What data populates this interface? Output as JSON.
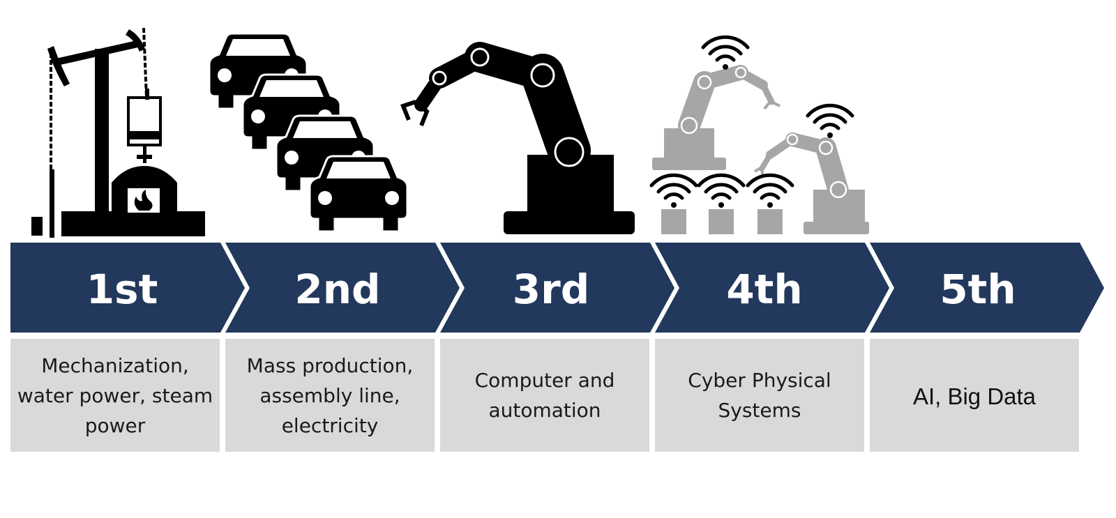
{
  "colors": {
    "chevron": "#22385c",
    "box": "#d9d9d9",
    "icon_black": "#000000",
    "icon_gray": "#a6a6a6"
  },
  "stages": [
    {
      "label": "1st",
      "description_lines": [
        "Mechanization,",
        "water power, steam",
        "power"
      ],
      "icon": "oil-pump-steam-engine-icon"
    },
    {
      "label": "2nd",
      "description_lines": [
        "Mass production,",
        "assembly line,",
        "electricity"
      ],
      "icon": "car-assembly-line-icon"
    },
    {
      "label": "3rd",
      "description_lines": [
        "Computer and",
        "automation"
      ],
      "icon": "robotic-arm-icon"
    },
    {
      "label": "4th",
      "description_lines": [
        "Cyber Physical",
        "Systems"
      ],
      "icon": "connected-robots-icon"
    },
    {
      "label": "5th",
      "description_lines": [
        "AI, Big Data"
      ],
      "icon": ""
    }
  ]
}
